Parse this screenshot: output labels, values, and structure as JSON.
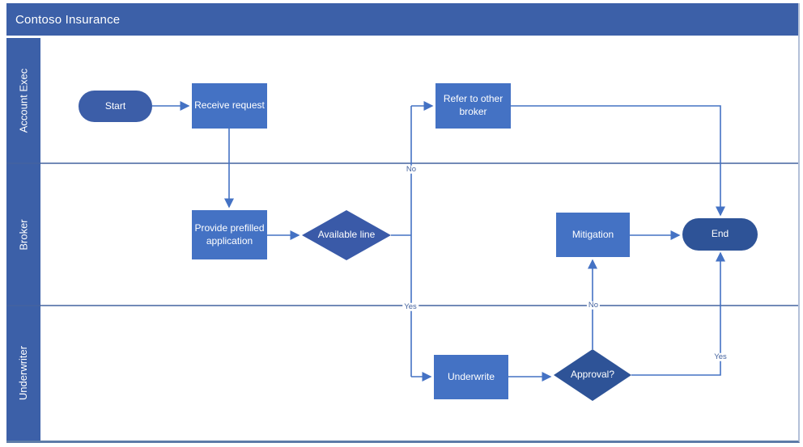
{
  "title_bar": {
    "title": "Contoso Insurance"
  },
  "lanes": [
    {
      "label": "Account Exec"
    },
    {
      "label": "Broker"
    },
    {
      "label": "Underwriter"
    }
  ],
  "nodes": {
    "start": {
      "label": "Start",
      "shape": "terminator"
    },
    "receive_request": {
      "label": "Receive request",
      "shape": "process"
    },
    "refer_to_other_broker": {
      "label": "Refer to other broker",
      "shape": "process"
    },
    "provide_prefilled_application": {
      "label": "Provide prefilled application",
      "shape": "process"
    },
    "available_line": {
      "label": "Available line",
      "shape": "decision"
    },
    "mitigation": {
      "label": "Mitigation",
      "shape": "process"
    },
    "end": {
      "label": "End",
      "shape": "terminator"
    },
    "underwrite": {
      "label": "Underwrite",
      "shape": "process"
    },
    "approval": {
      "label": "Approval?",
      "shape": "decision"
    }
  },
  "edge_labels": {
    "available_line_no": "No",
    "available_line_yes": "Yes",
    "approval_no": "No",
    "approval_yes": "Yes"
  },
  "edges": [
    {
      "from": "start",
      "to": "receive_request",
      "label": ""
    },
    {
      "from": "receive_request",
      "to": "provide_prefilled_application",
      "label": ""
    },
    {
      "from": "provide_prefilled_application",
      "to": "available_line",
      "label": ""
    },
    {
      "from": "available_line",
      "to": "refer_to_other_broker",
      "label": "No"
    },
    {
      "from": "available_line",
      "to": "underwrite",
      "label": "Yes"
    },
    {
      "from": "refer_to_other_broker",
      "to": "end",
      "label": ""
    },
    {
      "from": "underwrite",
      "to": "approval",
      "label": ""
    },
    {
      "from": "approval",
      "to": "mitigation",
      "label": "No"
    },
    {
      "from": "approval",
      "to": "end",
      "label": "Yes"
    },
    {
      "from": "mitigation",
      "to": "end",
      "label": ""
    }
  ],
  "colors": {
    "title_bar": "#3c60a8",
    "lane_strip": "#3c60a8",
    "process_fill": "#4472c4",
    "start_fill": "#3c5ea8",
    "end_fill": "#2e5397",
    "decision_available_fill": "#3a5aa8",
    "decision_approval_fill": "#2e5397",
    "connector": "#4472c4",
    "lane_boundary": "#44639f",
    "edge_label_text": "#44629e",
    "text": "#ffffff"
  }
}
